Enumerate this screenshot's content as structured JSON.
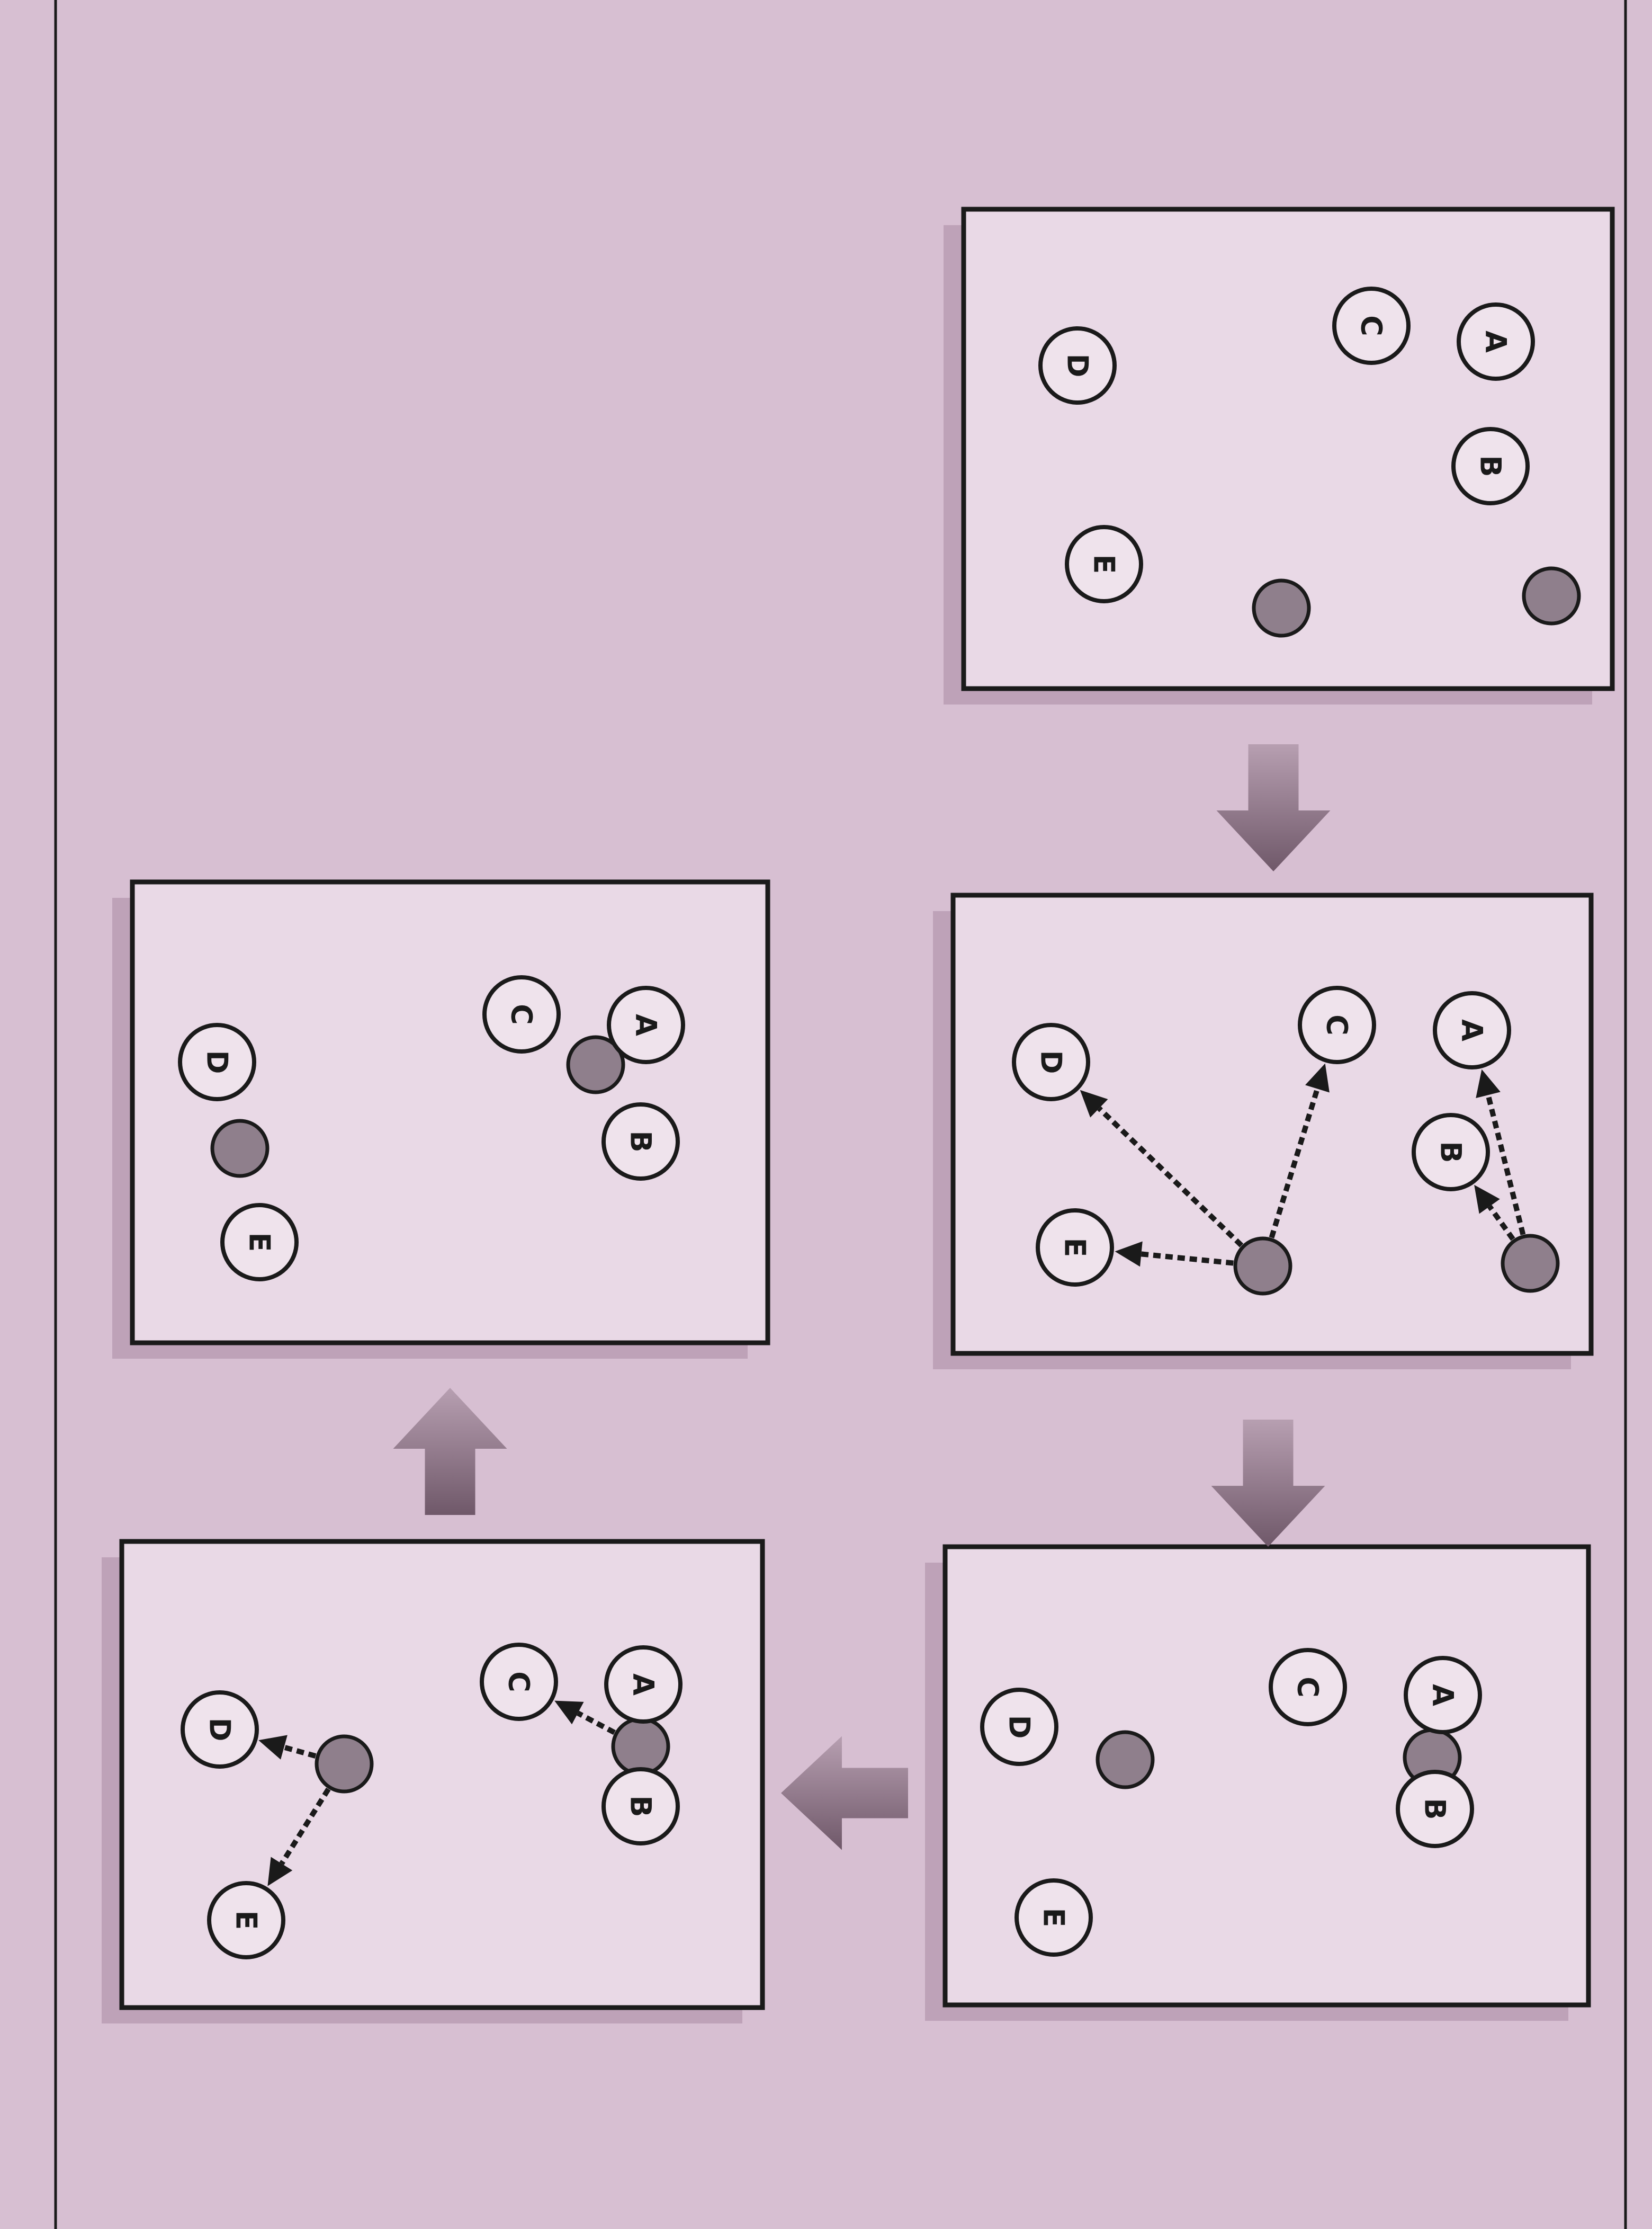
{
  "nodes": [
    "A",
    "B",
    "C",
    "D",
    "E"
  ],
  "colors": {
    "paper": "#d7bfd2",
    "panel": "#e9d9e6",
    "ink": "#1a1a1a",
    "centroid": "#8f7f8c",
    "flow_arrow": "#8a6f84"
  },
  "icons": {
    "data_point": "circle-with-letter",
    "centroid": "filled-grey-circle",
    "assignment": "dashed-arrow",
    "flow": "block-arrow"
  },
  "steps": [
    {
      "step": 1,
      "centroids_shown": 2,
      "assignment_arrows": 0
    },
    {
      "step": 2,
      "centroids_shown": 2,
      "assignment_arrows": 5
    },
    {
      "step": 3,
      "centroids_shown": 2,
      "assignment_arrows": 0
    },
    {
      "step": 4,
      "centroids_shown": 2,
      "assignment_arrows": 3
    },
    {
      "step": 5,
      "centroids_shown": 2,
      "assignment_arrows": 0
    }
  ]
}
